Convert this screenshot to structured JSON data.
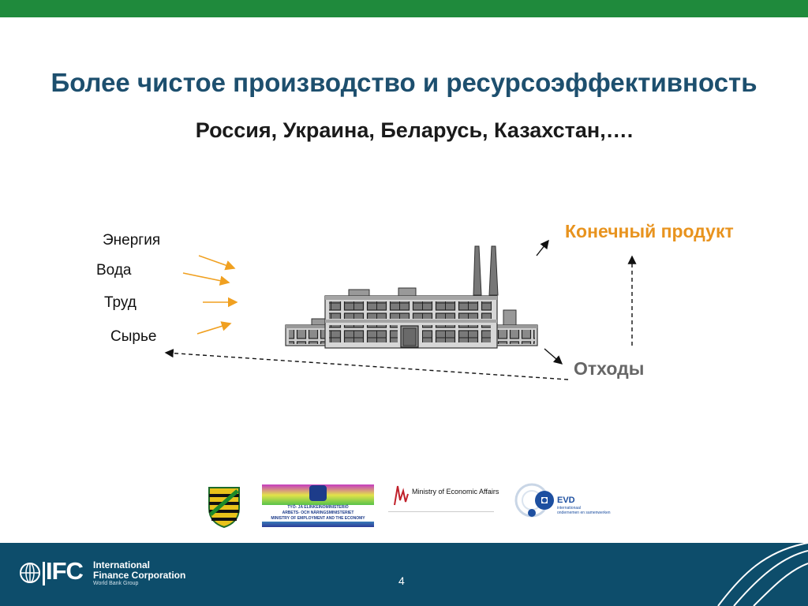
{
  "slide": {
    "title": "Более чистое производство и ресурсоэффективность",
    "subtitle": "Россия, Украина, Беларусь, Казахстан,…."
  },
  "diagram": {
    "inputs": [
      "Энергия",
      "Вода",
      "Труд",
      "Сырье"
    ],
    "product_label": "Конечный продукт",
    "waste_label": "Отходы"
  },
  "logos": {
    "finland_lines": [
      "TYÖ- JA ELINKEINOMINISTERIÖ",
      "ARBETS- OCH NÄRINGSMINISTERIET",
      "MINISTRY OF EMPLOYMENT AND THE ECONOMY"
    ],
    "netherlands": "Ministry of Economic Affairs",
    "evd_name": "EVD",
    "evd_tagline_1": "internationaal",
    "evd_tagline_2": "ondernemen en samenwerken"
  },
  "footer": {
    "ifc_abbr": "IFC",
    "ifc_name_line1": "International",
    "ifc_name_line2": "Finance Corporation",
    "ifc_group": "World Bank Group",
    "page_number": "4"
  },
  "colors": {
    "title": "#1d4f6e",
    "top_bar": "#1f8a3c",
    "footer": "#0d4d6b",
    "product": "#e8931e",
    "waste": "#666666",
    "input_arrow": "#f0a020"
  }
}
